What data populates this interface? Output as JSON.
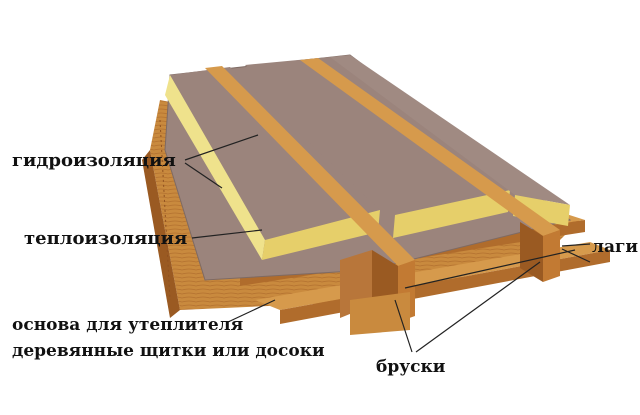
{
  "labels": {
    "waterproofing": "гидроизоляция",
    "insulation": "теплоизоляция",
    "base_line1": "основа для утеплителя",
    "base_line2": "деревянные щитки или досоки",
    "joists": "лаги",
    "bars": "бруски"
  },
  "colors": {
    "membrane": "#9b847c",
    "membrane_edge": "#7e6a63",
    "insulation_top": "#f0e08a",
    "insulation_side": "#e6cf6a",
    "wood_light": "#d69a4c",
    "wood_mid": "#c27a33",
    "wood_dark": "#9a5a22",
    "leader": "#222222"
  }
}
